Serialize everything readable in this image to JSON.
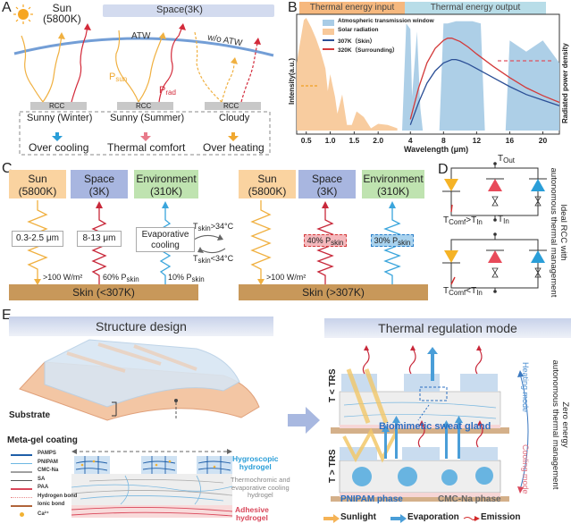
{
  "panel_a": {
    "label": "A",
    "sun_label": "Sun",
    "sun_temp": "(5800K)",
    "space_label": "Space(3K)",
    "atw_label": "ATW",
    "wo_atw_label": "w/o ATW",
    "p_sun": "P",
    "p_sun_sub": "sun",
    "p_rad": "P",
    "p_rad_sub": "rad",
    "rcc_label": "RCC",
    "scenarios": [
      {
        "condition": "Sunny (Winter)",
        "outcome": "Over cooling",
        "arrow_color": "#2a9ed8"
      },
      {
        "condition": "Sunny (Summer)",
        "outcome": "Thermal comfort",
        "arrow_color": "#e87a8a"
      },
      {
        "condition": "Cloudy",
        "outcome": "Over heating",
        "arrow_color": "#f0a830"
      }
    ]
  },
  "panel_b": {
    "label": "B",
    "header_input": "Thermal energy input",
    "header_output": "Thermal energy output",
    "legend": [
      {
        "label": "Atmospheric transmission window",
        "color": "#a9cce6"
      },
      {
        "label": "Solar radiation",
        "color": "#f8c99a"
      },
      {
        "label": "307K（Skin）",
        "color": "#2b4f96"
      },
      {
        "label": "320K（Surrounding）",
        "color": "#d33a3a"
      }
    ],
    "ylabel_left": "Intensity(a.u.)",
    "ylabel_right": "Radiated power density",
    "xlabel": "Wavelength (μm)"
  },
  "chart_data": {
    "type": "area",
    "title": "",
    "xlabel": "Wavelength (μm)",
    "ylabel": "Intensity(a.u.)",
    "ylabel_right": "Radiated power density",
    "x_segments": [
      {
        "range": [
          0.3,
          2.5
        ],
        "ticks": [
          "0.5",
          "1.0",
          "1.5",
          "2.0"
        ]
      },
      {
        "range": [
          3,
          22
        ],
        "ticks": [
          "4",
          "8",
          "12",
          "16",
          "20"
        ]
      }
    ],
    "legend_position": "top-left",
    "series": [
      {
        "name": "Solar radiation",
        "type": "area",
        "x": [
          0.3,
          0.45,
          0.5,
          0.6,
          0.7,
          0.8,
          0.9,
          0.95,
          1.0,
          1.1,
          1.15,
          1.25,
          1.35,
          1.45,
          1.55,
          1.7,
          1.85,
          2.0,
          2.2,
          2.4
        ],
        "y": [
          0.6,
          0.98,
          1.0,
          0.92,
          0.82,
          0.7,
          0.55,
          0.35,
          0.5,
          0.3,
          0.15,
          0.32,
          0.05,
          0.05,
          0.17,
          0.12,
          0.02,
          0.06,
          0.05,
          0.02
        ]
      },
      {
        "name": "Atmospheric transmission window",
        "type": "area",
        "x": [
          3.0,
          3.5,
          4.0,
          4.2,
          4.8,
          5.2,
          5.5,
          7.5,
          8.0,
          8.5,
          9.5,
          10.5,
          11.5,
          12.5,
          13.0,
          15.5,
          16.0,
          17.0,
          18.0,
          19.0,
          20.0,
          21.0,
          22.0
        ],
        "y": [
          0.0,
          0.95,
          0.9,
          0.3,
          0.88,
          0.2,
          0.0,
          0.0,
          0.95,
          0.95,
          0.97,
          0.97,
          0.97,
          0.95,
          0.0,
          0.0,
          0.8,
          0.75,
          0.7,
          0.75,
          0.8,
          0.7,
          0.6
        ]
      },
      {
        "name": "307K（Skin）",
        "type": "line",
        "x": [
          4,
          5,
          6,
          7,
          8,
          9,
          9.5,
          10,
          11,
          12,
          14,
          16,
          18,
          20,
          22
        ],
        "y": [
          0.05,
          0.25,
          0.42,
          0.53,
          0.6,
          0.63,
          0.63,
          0.62,
          0.59,
          0.55,
          0.47,
          0.39,
          0.32,
          0.27,
          0.22
        ]
      },
      {
        "name": "320K（Surrounding）",
        "type": "line",
        "x": [
          4,
          5,
          6,
          7,
          8,
          8.5,
          9,
          10,
          11,
          12,
          14,
          16,
          18,
          20,
          22
        ],
        "y": [
          0.1,
          0.38,
          0.6,
          0.73,
          0.8,
          0.82,
          0.82,
          0.79,
          0.74,
          0.68,
          0.57,
          0.47,
          0.38,
          0.31,
          0.25
        ]
      }
    ]
  },
  "panel_c": {
    "label": "C",
    "left": {
      "sources": [
        {
          "name": "Sun",
          "temp": "(5800K)",
          "color": "#fad3a0"
        },
        {
          "name": "Space",
          "temp": "(3K)",
          "color": "#a8b6e0"
        },
        {
          "name": "Environment",
          "temp": "(310K)",
          "color": "#bfe3b0"
        }
      ],
      "band_sun": "0.3-2.5 μm",
      "band_space": "8-13 μm",
      "band_env_1": "Evaporative",
      "band_env_2": "cooling",
      "flux_sun": ">100 W/m²",
      "flux_space": "60% P",
      "flux_env": "10% P",
      "sub_skin": "skin",
      "skin_label": "Skin (<307K)"
    },
    "switch": {
      "top_T": "T",
      "top_sub": "skin",
      "top_cond": ">34°C",
      "bottom_T": "T",
      "bottom_sub": "skin",
      "bottom_cond": "<34°C"
    },
    "right": {
      "sources": [
        {
          "name": "Sun",
          "temp": "(5800K)",
          "color": "#fad3a0"
        },
        {
          "name": "Space",
          "temp": "(3K)",
          "color": "#a8b6e0"
        },
        {
          "name": "Environment",
          "temp": "(310K)",
          "color": "#bfe3b0"
        }
      ],
      "flux_sun": ">100 W/m²",
      "flux_space": "40% P",
      "flux_env": "30% P",
      "sub_skin": "skin",
      "skin_label": "Skin (>307K)"
    }
  },
  "panel_d": {
    "label": "D",
    "t_out": "T",
    "t_out_sub": "Out",
    "t_in": "T",
    "t_in_sub": "In",
    "cond_top": "T",
    "cond_top_sub": "Comf",
    "cond_top_op": ">T",
    "cond_top_sub2": "In",
    "cond_bottom": "T",
    "cond_bottom_sub": "Comf",
    "cond_bottom_op": "<T",
    "cond_bottom_sub2": "In",
    "side_label_1": "Ideal RCC with",
    "side_label_2": "autonomous thermal management",
    "diode_colors": [
      "#f5b326",
      "#e84a5a",
      "#2a9ed8"
    ]
  },
  "panel_e": {
    "label": "E",
    "structure_title": "Structure design",
    "regulation_title": "Thermal regulation mode",
    "substrate_label": "Substrate",
    "coating_label": "Meta-gel coating",
    "legend": [
      {
        "label": "PAMPS",
        "color": "#1f5fa8"
      },
      {
        "label": "PNIPAM",
        "color": "#6db7e3"
      },
      {
        "label": "CMC-Na",
        "color": "#a0a0a0"
      },
      {
        "label": "SA",
        "color": "#555555"
      },
      {
        "label": "PAA",
        "color": "#d9475a"
      },
      {
        "label": "Hydrogen bond",
        "color": "#e88a8a"
      },
      {
        "label": "Ionic bond",
        "color": "#b0643a"
      },
      {
        "label": "Ca²⁺",
        "color": "#f2b233"
      }
    ],
    "layers": [
      {
        "label_1": "Hygroscopic",
        "label_2": "hydrogel",
        "color": "#2a9ed8"
      },
      {
        "label_1": "Thermochromic and",
        "label_2": "evaporative cooling",
        "label_3": "hydrogel",
        "color": "#888888"
      },
      {
        "label_1": "Adhesive",
        "label_2": "hydrogel",
        "color": "#d9475a"
      }
    ],
    "mode_low": "T < TRS",
    "mode_high": "T > TRS",
    "sweat_gland": "Biomimetic sweat gland",
    "pnipam_phase": "PNIPAM phase",
    "cmc_phase": "CMC-Na  phase",
    "heating_mode": "Heating mode",
    "cooling_mode": "Cooling mode",
    "zero_energy_1": "Zero energy",
    "zero_energy_2": "autonomous thermal management",
    "bottom_legend": [
      {
        "label": "Sunlight",
        "color": "#f5b356"
      },
      {
        "label": "Evaporation",
        "color": "#4a9ed8"
      },
      {
        "label": "Emission",
        "color": "#d32a2a"
      }
    ]
  }
}
